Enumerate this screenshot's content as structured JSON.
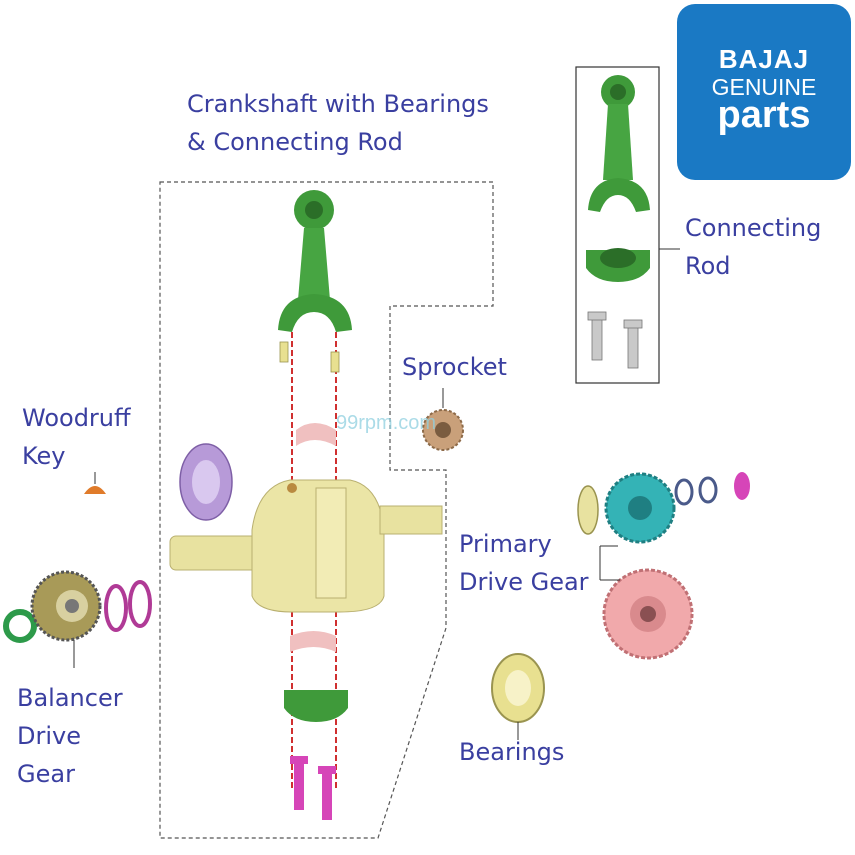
{
  "logo": {
    "line1": "BAJAJ",
    "line2": "GENUINE",
    "line3": "parts",
    "color": "#1a79c4"
  },
  "watermark": "99rpm.com",
  "labels": {
    "crankshaft_line1": "Crankshaft with Bearings",
    "crankshaft_line2": "& Connecting Rod",
    "connecting_rod_line1": "Connecting",
    "connecting_rod_line2": "Rod",
    "sprocket": "Sprocket",
    "woodruff_line1": "Woodruff",
    "woodruff_line2": "Key",
    "primary_line1": "Primary",
    "primary_line2": "Drive Gear",
    "balancer_line1": "Balancer",
    "balancer_line2": "Drive",
    "balancer_line3": "Gear",
    "bearings": "Bearings"
  },
  "colors": {
    "label_text": "#3a3fa0",
    "rod_green": "#3f9a3a",
    "crank_yellow": "#e8e2a0",
    "bearing_purple": "#b79ad8",
    "bolt_magenta": "#d645b8",
    "gear_teal": "#34b3b6",
    "gear_pink": "#f1a9ab",
    "sprocket_brown": "#c9a07a"
  }
}
